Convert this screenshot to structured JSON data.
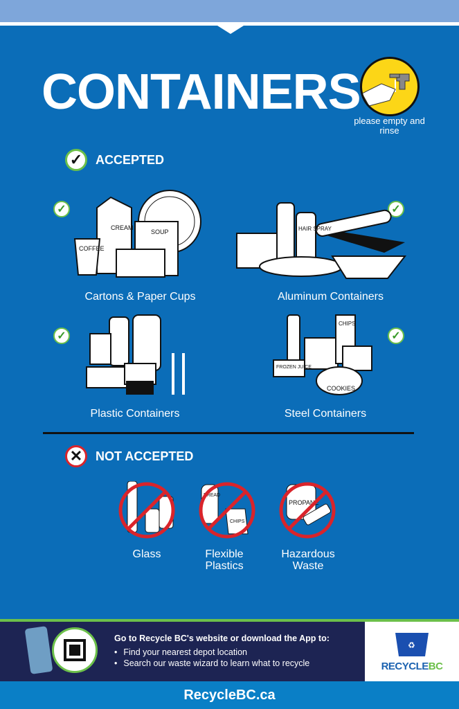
{
  "title": "CONTAINERS",
  "rinse_note": "please empty and rinse",
  "accepted": {
    "heading": "ACCEPTED",
    "items": [
      {
        "label": "Cartons & Paper Cups",
        "art_text": [
          "COFFEE",
          "CREAM",
          "SOUP"
        ]
      },
      {
        "label": "Aluminum Containers",
        "art_text": [
          "HAIR SPRAY"
        ]
      },
      {
        "label": "Plastic Containers"
      },
      {
        "label": "Steel Containers",
        "art_text": [
          "CHIPS",
          "FROZEN JUICE",
          "COOKIES"
        ]
      }
    ]
  },
  "not_accepted": {
    "heading": "NOT ACCEPTED",
    "items": [
      {
        "label": "Glass"
      },
      {
        "label": "Flexible Plastics",
        "art_text": [
          "BREAD",
          "CHIPS"
        ]
      },
      {
        "label": "Hazardous Waste",
        "art_text": [
          "PROPANE"
        ]
      }
    ]
  },
  "footer": {
    "heading": "Go to Recycle BC's website or download the App to:",
    "bullets": [
      "Find your nearest depot location",
      "Search our waste wizard to learn what to recycle"
    ],
    "logo": "RECYCLEBC",
    "website": "RecycleBC.ca"
  },
  "colors": {
    "background": "#0b6db8",
    "accept": "#6cc04a",
    "reject": "#d9242b",
    "footer": "#1d2453"
  }
}
